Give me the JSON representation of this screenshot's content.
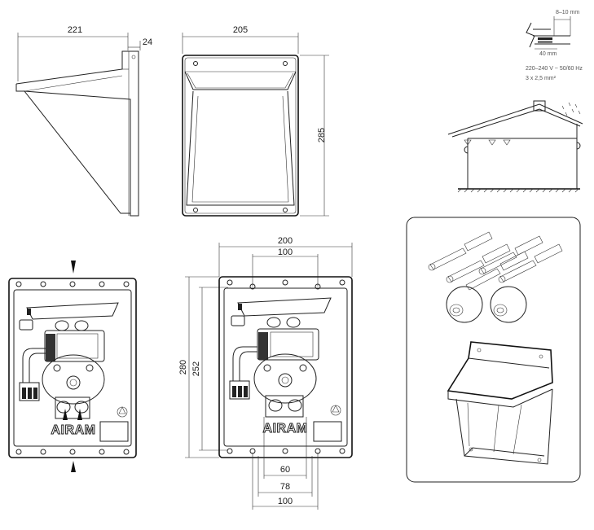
{
  "diagram": {
    "side_view": {
      "width_label": "221",
      "depth_label": "24"
    },
    "front_view": {
      "width_label": "205",
      "height_label": "285"
    },
    "wiring": {
      "strip_label": "8–10 mm",
      "length_label": "40 mm",
      "voltage_label": "220–240 V ~ 50/60 Hz",
      "cable_label": "3 x 2,5 mm²"
    },
    "back_view": {
      "top_width_label": "200",
      "inner_width_label": "100",
      "height_label": "280",
      "inner_height_label": "252",
      "bottom_60_label": "60",
      "bottom_78_label": "78",
      "bottom_100_label": "100",
      "brand": "AIRAM"
    },
    "plate_view": {
      "brand": "AIRAM"
    }
  }
}
